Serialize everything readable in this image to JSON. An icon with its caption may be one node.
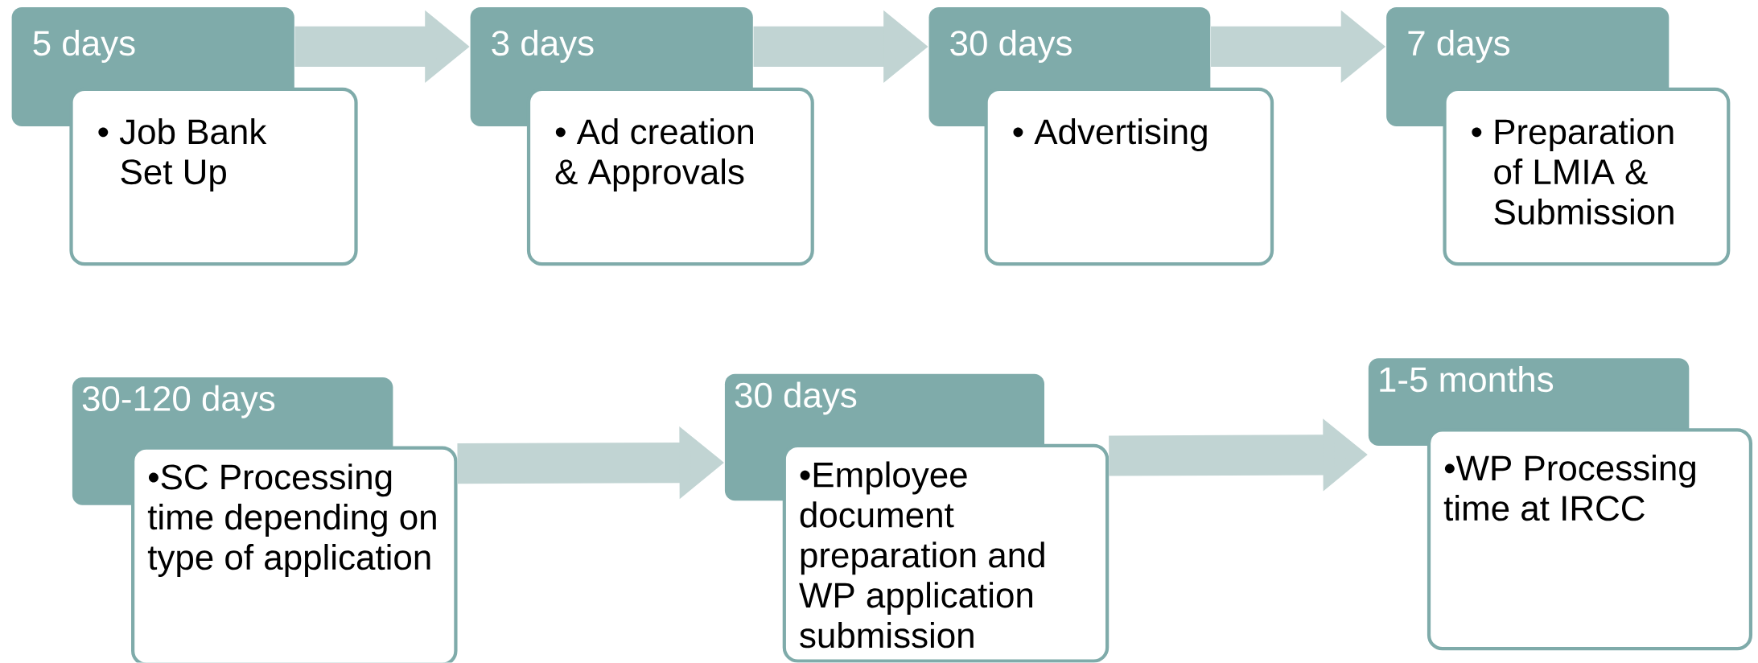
{
  "diagram": {
    "nodes": [
      {
        "text": [
          "5 days"
        ]
      },
      {
        "text": [
          "• Job Bank Set Up"
        ]
      },
      {
        "text": [
          "3 days"
        ]
      },
      {
        "text": [
          "• Ad creation & Approvals"
        ]
      },
      {
        "text": [
          "30 days"
        ]
      },
      {
        "text": [
          "• Advertising"
        ]
      },
      {
        "text": [
          "7 days"
        ]
      },
      {
        "text": [
          "• Preparation of LMIA & Submission"
        ]
      },
      {
        "text": [
          "30-120 days"
        ]
      },
      {
        "text": [
          "•SC Processing time depending on type of application"
        ]
      },
      {
        "text": [
          "30 days"
        ]
      },
      {
        "text": [
          "•Employee document preparation and WP application submission"
        ]
      },
      {
        "text": [
          "1-5 months"
        ]
      },
      {
        "text": [
          "•WP Processing time at IRCC"
        ]
      }
    ],
    "edges": [
      {
        "from": 0,
        "to": 2,
        "arrow": "to"
      },
      {
        "from": 2,
        "to": 4,
        "arrow": "to"
      },
      {
        "from": 4,
        "to": 6,
        "arrow": "to"
      },
      {
        "from": 9,
        "to": 10,
        "arrow": "to"
      },
      {
        "from": 11,
        "to": 12,
        "arrow": "to"
      }
    ]
  }
}
